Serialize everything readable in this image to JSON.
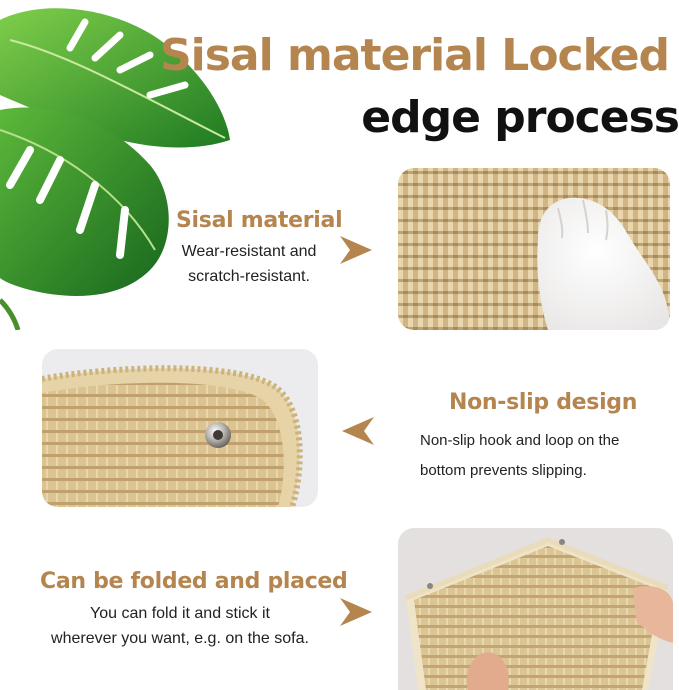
{
  "title": {
    "line1": "Sisal material Locked",
    "line2": "edge process"
  },
  "colors": {
    "accent": "#b5854f",
    "text": "#111111",
    "leaf": "#2f8f2a"
  },
  "sections": [
    {
      "heading": "Sisal material",
      "lines": [
        "Wear-resistant and",
        "scratch-resistant."
      ],
      "arrow": "arrow-right-icon"
    },
    {
      "heading": "Non-slip design",
      "lines": [
        "Non-slip hook and loop on the",
        "bottom prevents slipping."
      ],
      "arrow": "arrow-left-icon"
    },
    {
      "heading": "Can be folded and placed",
      "lines": [
        "You can fold it and stick it",
        "wherever you want, e.g. on the sofa."
      ],
      "arrow": "arrow-right-icon"
    }
  ]
}
